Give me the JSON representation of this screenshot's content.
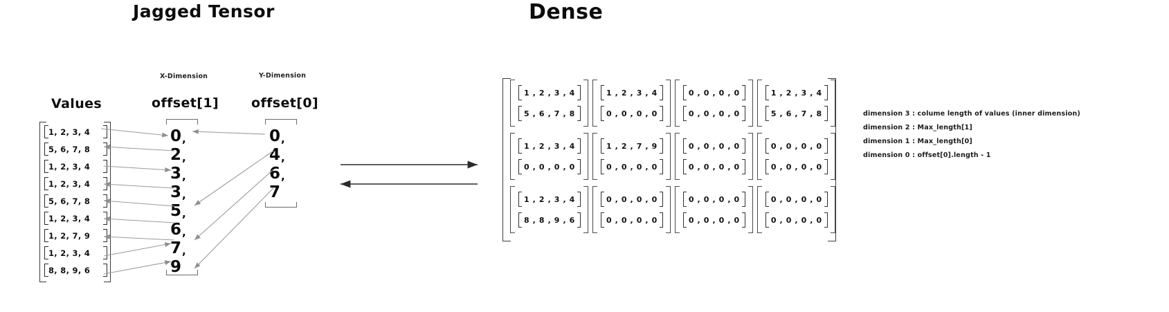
{
  "titles": {
    "jagged": "Jagged Tensor",
    "dense": "Dense"
  },
  "jagged": {
    "values_heading": "Values",
    "offset1": {
      "sub_label": "X-Dimension",
      "heading": "offset[1]",
      "values": [
        "0",
        "2",
        "3",
        "3",
        "5",
        "6",
        "7",
        "9"
      ],
      "commas": [
        true,
        true,
        true,
        true,
        true,
        true,
        true,
        false
      ]
    },
    "offset0": {
      "sub_label": "Y-Dimension",
      "heading": "offset[0]",
      "values": [
        "0",
        "4",
        "6",
        "7"
      ],
      "commas": [
        true,
        true,
        true,
        false
      ]
    },
    "values_rows": [
      "1, 2, 3, 4",
      "5, 6, 7, 8",
      "1, 2, 3, 4",
      "1, 2, 3, 4",
      "5, 6, 7, 8",
      "1, 2, 3, 4",
      "1, 2, 7, 9",
      "1, 2, 3, 4",
      "8, 8, 9, 6"
    ]
  },
  "dense": {
    "rows": [
      [
        [
          "1 , 2 , 3 , 4",
          "5 , 6 , 7 , 8"
        ],
        [
          "1 , 2 , 3 , 4",
          "0 , 0 , 0 , 0"
        ],
        [
          "0 , 0 , 0 , 0",
          "0 , 0 , 0 , 0"
        ],
        [
          "1 , 2 , 3 , 4",
          "5 , 6 , 7 , 8"
        ]
      ],
      [
        [
          "1 , 2 , 3 , 4",
          "0 , 0 , 0 , 0"
        ],
        [
          "1 , 2 , 7 , 9",
          "0 , 0 , 0 , 0"
        ],
        [
          "0 , 0 , 0 , 0",
          "0 , 0 , 0 , 0"
        ],
        [
          "0 , 0 , 0 , 0",
          "0 , 0 , 0 , 0"
        ]
      ],
      [
        [
          "1 , 2 , 3 , 4",
          "8 , 8 , 9 , 6"
        ],
        [
          "0 , 0 , 0 , 0",
          "0 , 0 , 0 , 0"
        ],
        [
          "0 , 0 , 0 , 0",
          "0 , 0 , 0 , 0"
        ],
        [
          "0 , 0 , 0 , 0",
          "0 , 0 , 0 , 0"
        ]
      ]
    ]
  },
  "dimension_notes": [
    "dimension 3 : colume length of values (inner dimension)",
    "dimension 2 : Max_length[1]",
    "dimension 1  : Max_length[0]",
    "dimension 0 : offset[0].length - 1"
  ],
  "colors": {
    "ink": "#111111",
    "arrow": "#8a8a8a",
    "bracket": "#3a3a3a",
    "center_arrow": "#2b2b2b",
    "background": "#ffffff"
  }
}
